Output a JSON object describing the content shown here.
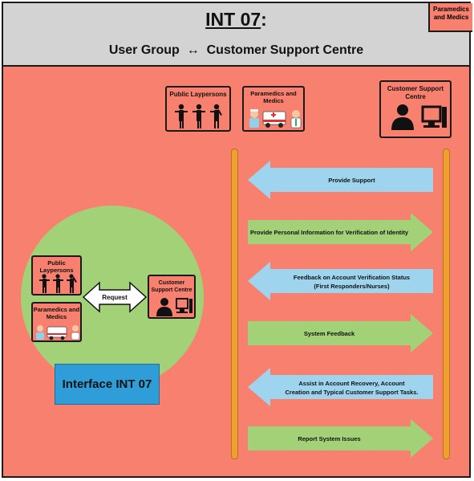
{
  "header": {
    "title": "INT 07",
    "title_suffix": ":",
    "subtitle_left": "User Group",
    "subtitle_arrow": "↔",
    "subtitle_right": "Customer Support Centre",
    "corner_tag": "Paramedics and Medics"
  },
  "top_actors": {
    "public": "Public Laypersons",
    "paramedics": "Paramedics and Medics",
    "support": "Customer Support Centre"
  },
  "circle": {
    "public": "Public Laypersons",
    "paramedics": "Paramedics and Medics",
    "support": "Customer Support Centre",
    "request": "Request",
    "interface": "Interface INT 07"
  },
  "messages": [
    {
      "text": "Provide Support",
      "direction": "left",
      "color": "#9fd4ef"
    },
    {
      "text": "Provide Personal Information for Verification of Identity",
      "direction": "right",
      "color": "#a3d177"
    },
    {
      "text": "Feedback on Account Verification Status",
      "text2": "(First Responders/Nurses)",
      "direction": "left",
      "color": "#9fd4ef"
    },
    {
      "text": "System Feedback",
      "direction": "right",
      "color": "#a3d177"
    },
    {
      "text": "Assist in Account Recovery, Account",
      "text2": "Creation and Typical Customer Support Tasks.",
      "direction": "left",
      "color": "#9fd4ef"
    },
    {
      "text": "Report System Issues",
      "direction": "right",
      "color": "#a3d177"
    }
  ],
  "colors": {
    "panel": "#f8806e",
    "header": "#d3d3d3",
    "lifeline": "#f0a030",
    "left_arrow": "#9fd4ef",
    "right_arrow": "#a3d177",
    "interface": "#2f9ed8"
  },
  "icons": [
    "person-icon",
    "ambulance-icon",
    "nurse-icon",
    "doctor-icon",
    "computer-icon"
  ]
}
